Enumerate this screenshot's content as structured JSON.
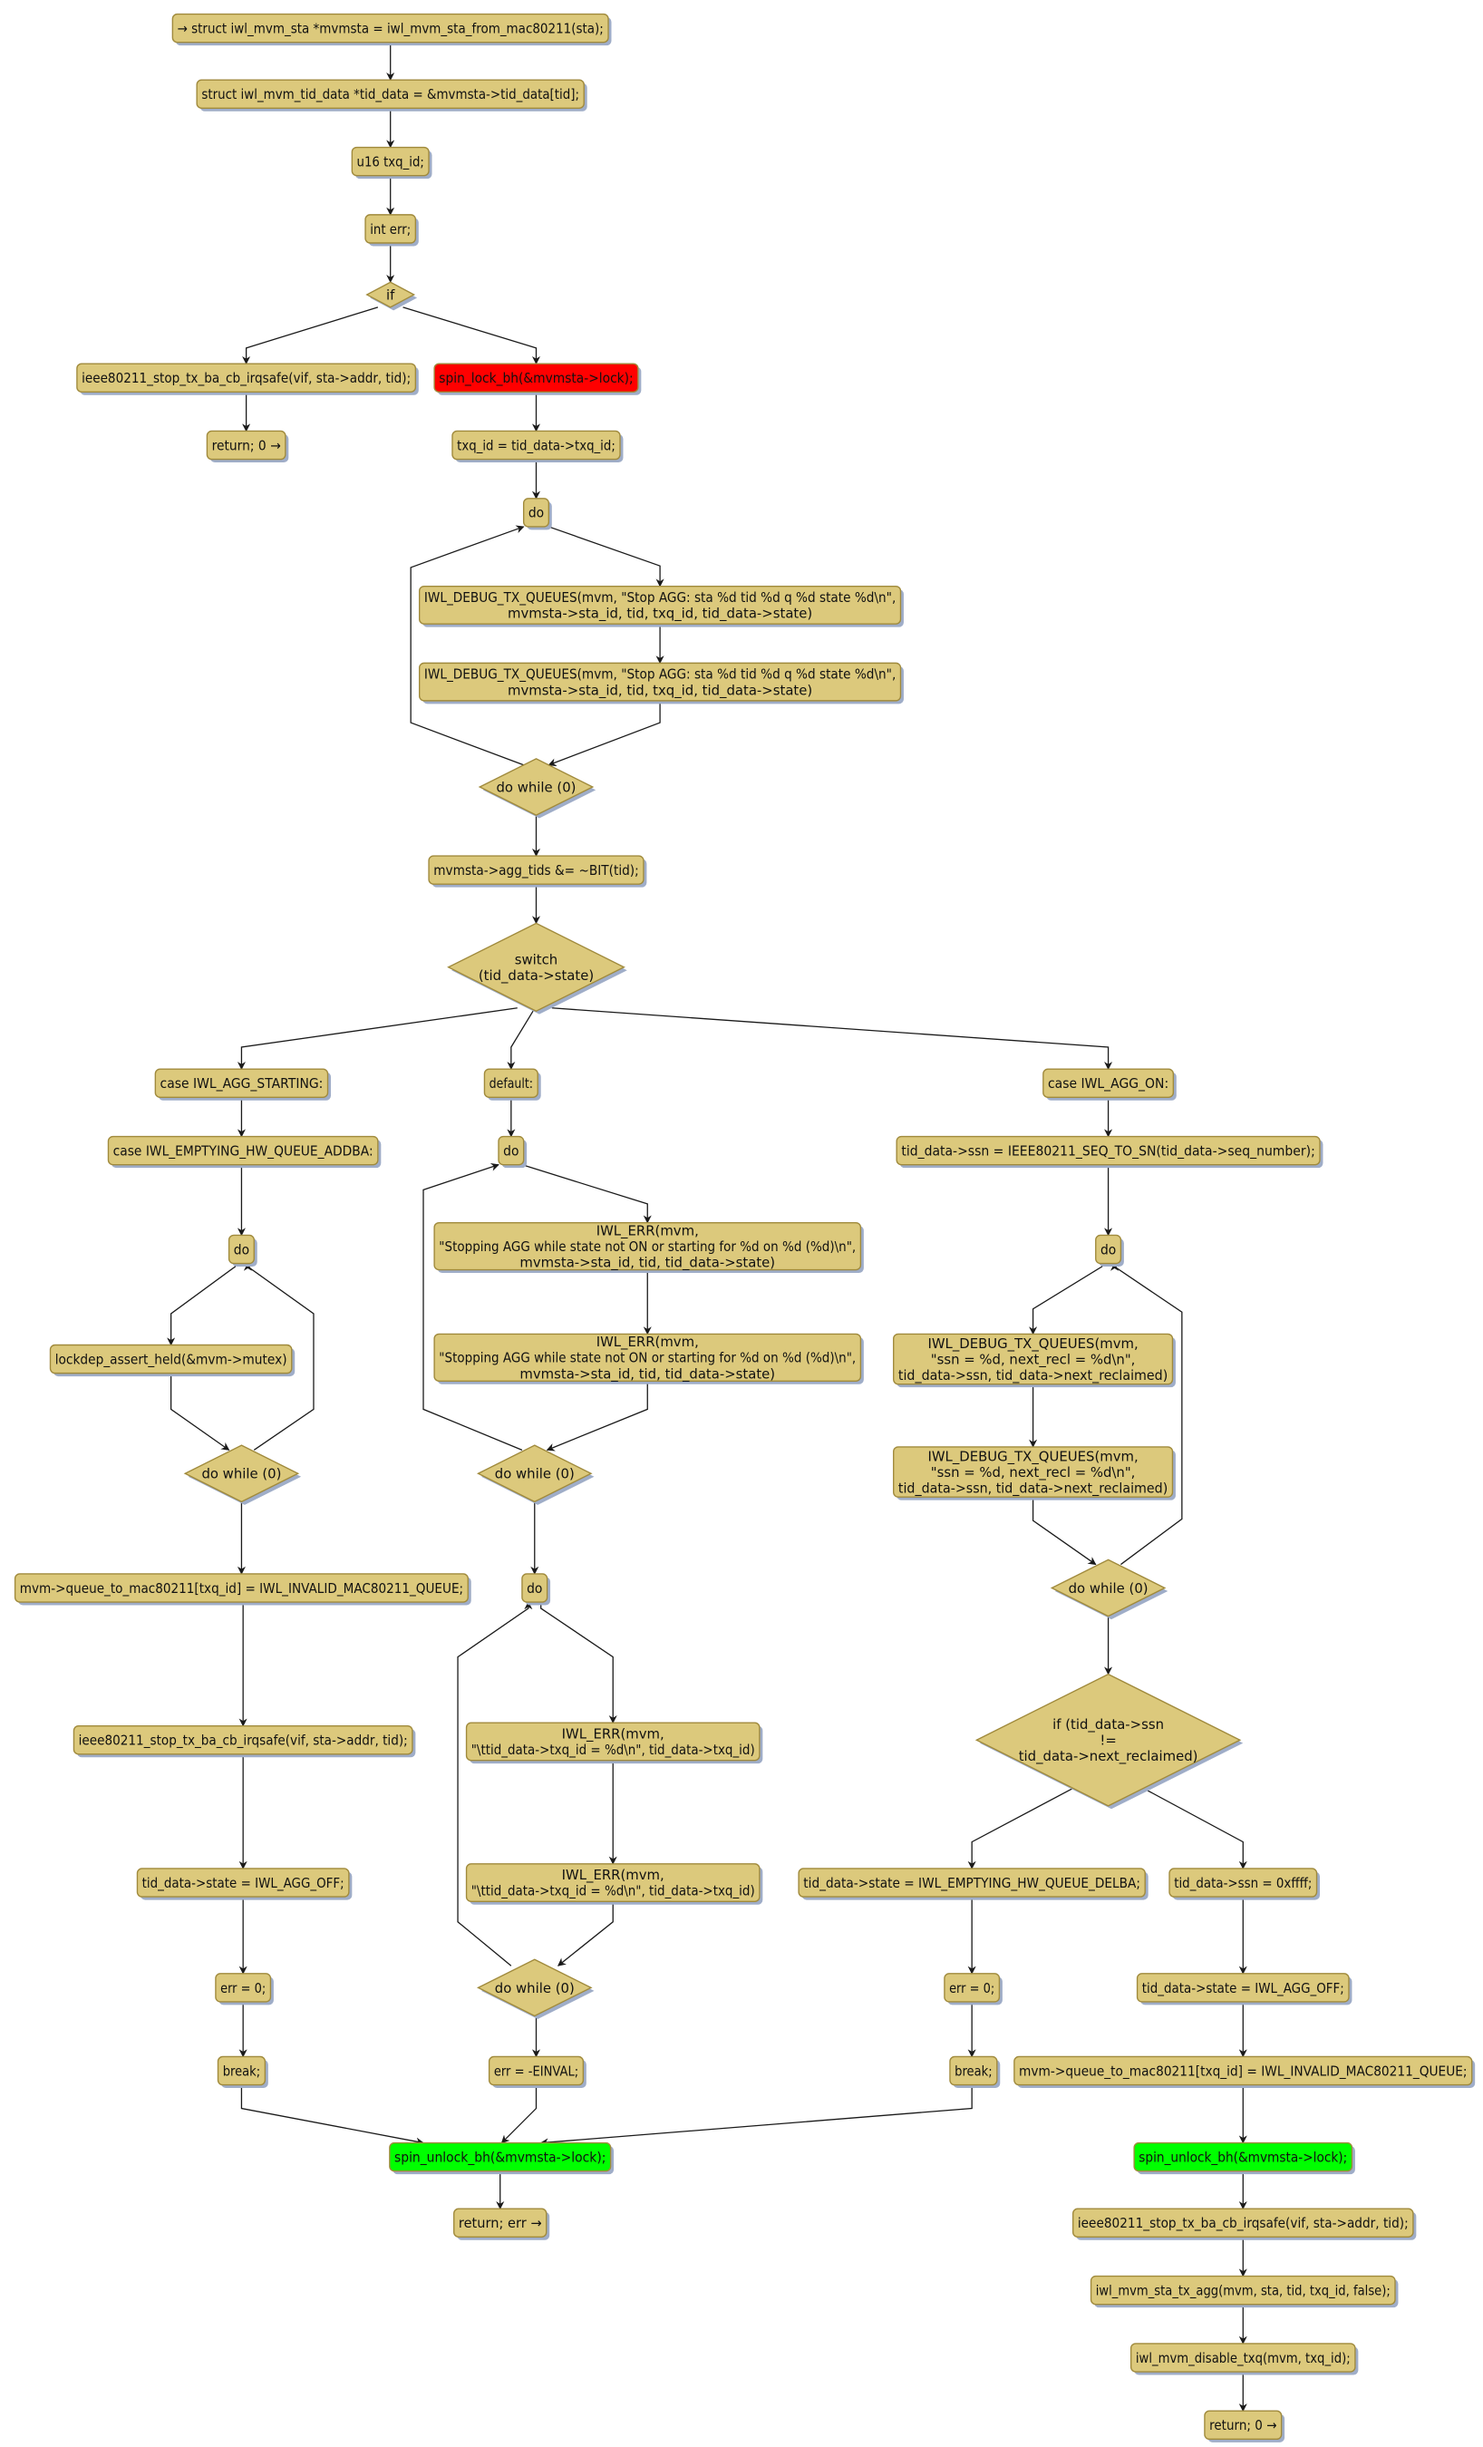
{
  "colors": {
    "node_fill": "#dcc97c",
    "node_border": "#a08a3c",
    "shadow": "#9fadc8",
    "lock_fill": "#ff0000",
    "unlock_fill": "#00ff00",
    "edge": "#1a1a1a"
  },
  "nodes": [
    {
      "id": "n1",
      "lines": [
        "→ struct iwl_mvm_sta *mvmsta = iwl_mvm_sta_from_mac80211(sta);"
      ]
    },
    {
      "id": "n2",
      "lines": [
        "struct iwl_mvm_tid_data *tid_data = &mvmsta->tid_data[tid];"
      ]
    },
    {
      "id": "n3",
      "lines": [
        "u16 txq_id;"
      ]
    },
    {
      "id": "n4",
      "lines": [
        "int err;"
      ]
    },
    {
      "id": "if1",
      "lines": [
        "if"
      ]
    },
    {
      "id": "n5",
      "lines": [
        "ieee80211_stop_tx_ba_cb_irqsafe(vif, sta->addr, tid);"
      ]
    },
    {
      "id": "n6",
      "lines": [
        "spin_lock_bh(&mvmsta->lock);"
      ]
    },
    {
      "id": "n7",
      "lines": [
        "return; 0 →"
      ]
    },
    {
      "id": "n8",
      "lines": [
        "txq_id = tid_data->txq_id;"
      ]
    },
    {
      "id": "do1",
      "lines": [
        "do"
      ]
    },
    {
      "id": "dbg1",
      "lines": [
        "IWL_DEBUG_TX_QUEUES(mvm, \"Stop AGG: sta %d tid %d q %d state %d\\n\",",
        "mvmsta->sta_id, tid, txq_id, tid_data->state)"
      ]
    },
    {
      "id": "dbg2",
      "lines": [
        "IWL_DEBUG_TX_QUEUES(mvm, \"Stop AGG: sta %d tid %d q %d state %d\\n\",",
        "mvmsta->sta_id, tid, txq_id, tid_data->state)"
      ]
    },
    {
      "id": "dw1",
      "lines": [
        "do while (0)"
      ]
    },
    {
      "id": "agg",
      "lines": [
        "mvmsta->agg_tids &= ~BIT(tid);"
      ]
    },
    {
      "id": "sw",
      "lines": [
        "switch",
        "(tid_data->state)"
      ]
    },
    {
      "id": "cs1",
      "lines": [
        "case IWL_AGG_STARTING:"
      ]
    },
    {
      "id": "cdef",
      "lines": [
        "default:"
      ]
    },
    {
      "id": "con",
      "lines": [
        "case IWL_AGG_ON:"
      ]
    },
    {
      "id": "cs2",
      "lines": [
        "case IWL_EMPTYING_HW_QUEUE_ADDBA:"
      ]
    },
    {
      "id": "doM",
      "lines": [
        "do"
      ]
    },
    {
      "id": "ssn",
      "lines": [
        "tid_data->ssn = IEEE80211_SEQ_TO_SN(tid_data->seq_number);"
      ]
    },
    {
      "id": "doL",
      "lines": [
        "do"
      ]
    },
    {
      "id": "err1",
      "lines": [
        "IWL_ERR(mvm,",
        "\"Stopping AGG while state not ON or starting for %d on %d (%d)\\n\",",
        "mvmsta->sta_id, tid, tid_data->state)"
      ]
    },
    {
      "id": "doR",
      "lines": [
        "do"
      ]
    },
    {
      "id": "lockdep",
      "lines": [
        "lockdep_assert_held(&mvm->mutex)"
      ]
    },
    {
      "id": "err2",
      "lines": [
        "IWL_ERR(mvm,",
        "\"Stopping AGG while state not ON or starting for %d on %d (%d)\\n\",",
        "mvmsta->sta_id, tid, tid_data->state)"
      ]
    },
    {
      "id": "dbgR1",
      "lines": [
        "IWL_DEBUG_TX_QUEUES(mvm,",
        "\"ssn = %d, next_recl = %d\\n\",",
        "tid_data->ssn, tid_data->next_reclaimed)"
      ]
    },
    {
      "id": "dbgR2",
      "lines": [
        "IWL_DEBUG_TX_QUEUES(mvm,",
        "\"ssn = %d, next_recl = %d\\n\",",
        "tid_data->ssn, tid_data->next_reclaimed)"
      ]
    },
    {
      "id": "dwL",
      "lines": [
        "do while (0)"
      ]
    },
    {
      "id": "dwM",
      "lines": [
        "do while (0)"
      ]
    },
    {
      "id": "dwR",
      "lines": [
        "do while (0)"
      ]
    },
    {
      "id": "qL",
      "lines": [
        "mvm->queue_to_mac80211[txq_id] = IWL_INVALID_MAC80211_QUEUE;"
      ]
    },
    {
      "id": "doM2",
      "lines": [
        "do"
      ]
    },
    {
      "id": "ieeeL",
      "lines": [
        "ieee80211_stop_tx_ba_cb_irqsafe(vif, sta->addr, tid);"
      ]
    },
    {
      "id": "err3",
      "lines": [
        "IWL_ERR(mvm,",
        "\"\\ttid_data->txq_id = %d\\n\", tid_data->txq_id)"
      ]
    },
    {
      "id": "ifR",
      "lines": [
        "if (tid_data->ssn",
        "!=",
        "tid_data->next_reclaimed)"
      ]
    },
    {
      "id": "offL",
      "lines": [
        "tid_data->state = IWL_AGG_OFF;"
      ]
    },
    {
      "id": "err4",
      "lines": [
        "IWL_ERR(mvm,",
        "\"\\ttid_data->txq_id = %d\\n\", tid_data->txq_id)"
      ]
    },
    {
      "id": "delba",
      "lines": [
        "tid_data->state = IWL_EMPTYING_HW_QUEUE_DELBA;"
      ]
    },
    {
      "id": "ssnff",
      "lines": [
        "tid_data->ssn = 0xffff;"
      ]
    },
    {
      "id": "e0L",
      "lines": [
        "err = 0;"
      ]
    },
    {
      "id": "dwM3",
      "lines": [
        "do while (0)"
      ]
    },
    {
      "id": "e0R",
      "lines": [
        "err = 0;"
      ]
    },
    {
      "id": "offR",
      "lines": [
        "tid_data->state = IWL_AGG_OFF;"
      ]
    },
    {
      "id": "brL",
      "lines": [
        "break;"
      ]
    },
    {
      "id": "einval",
      "lines": [
        "err = -EINVAL;"
      ]
    },
    {
      "id": "brR",
      "lines": [
        "break;"
      ]
    },
    {
      "id": "qR",
      "lines": [
        "mvm->queue_to_mac80211[txq_id] = IWL_INVALID_MAC80211_QUEUE;"
      ]
    },
    {
      "id": "unL",
      "lines": [
        "spin_unlock_bh(&mvmsta->lock);"
      ]
    },
    {
      "id": "unR",
      "lines": [
        "spin_unlock_bh(&mvmsta->lock);"
      ]
    },
    {
      "id": "retErr",
      "lines": [
        "return; err →"
      ]
    },
    {
      "id": "ieeeR",
      "lines": [
        "ieee80211_stop_tx_ba_cb_irqsafe(vif, sta->addr, tid);"
      ]
    },
    {
      "id": "txagg",
      "lines": [
        "iwl_mvm_sta_tx_agg(mvm, sta, tid, txq_id, false);"
      ]
    },
    {
      "id": "distxq",
      "lines": [
        "iwl_mvm_disable_txq(mvm, txq_id);"
      ]
    },
    {
      "id": "ret0",
      "lines": [
        "return; 0 →"
      ]
    }
  ]
}
